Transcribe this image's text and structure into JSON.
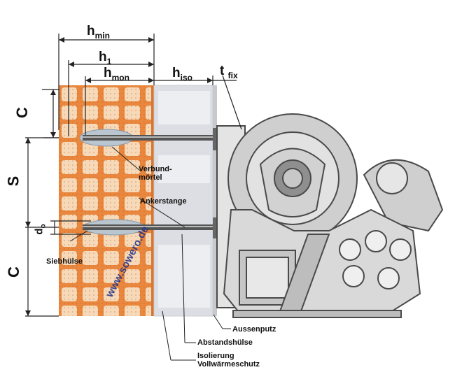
{
  "dimensions": {
    "h_min": {
      "main": "h",
      "sub": "min"
    },
    "h_1": {
      "main": "h",
      "sub": "1"
    },
    "h_mon": {
      "main": "h",
      "sub": "mon"
    },
    "h_iso": {
      "main": "h",
      "sub": "iso"
    },
    "t_fix": {
      "main": "t",
      "sub": "fix"
    },
    "c_top": "C",
    "s": "S",
    "d_o": {
      "main": "d",
      "sub": "o"
    },
    "c_bottom": "C"
  },
  "labels": {
    "verbundmortel_1": "Verbund-",
    "verbundmortel_2": "mörtel",
    "ankerstange": "Ankerstange",
    "siebhulse": "Siebhülse",
    "aussenputz": "Aussenputz",
    "abstandshulse": "Abstandshülse",
    "isolierung_1": "Isolierung",
    "isolierung_2": "Vollwärmeschutz"
  },
  "watermark": "www.sowero.de",
  "colors": {
    "brick": "#e8873d",
    "brick_light": "#f6d9b8",
    "insulation": "#dcdee3",
    "insulation_band": "#f2f3f5",
    "machine": "#9a9a9a",
    "machine_light": "#d8d8d8",
    "mortar": "#b9c5cf",
    "line": "#222222"
  }
}
